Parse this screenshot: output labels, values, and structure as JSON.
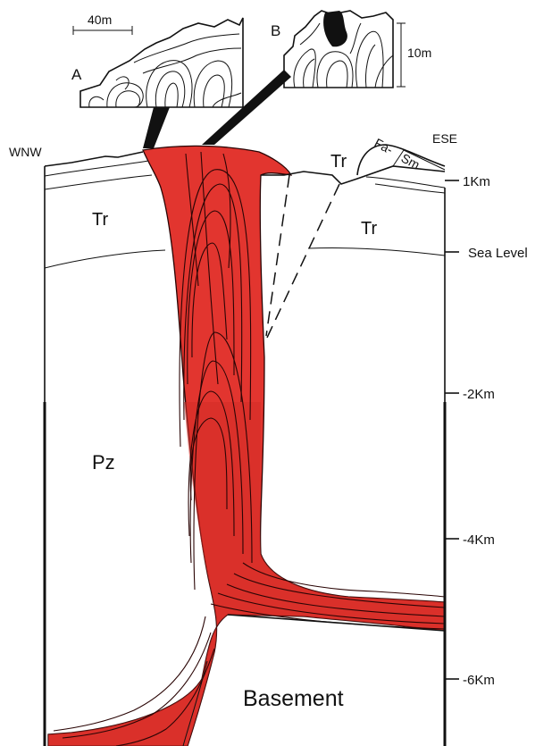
{
  "figure": {
    "direction_left": "WNW",
    "direction_right": "ESE",
    "units": {
      "tr_left": "Tr",
      "tr_mid": "Tr",
      "tr_right": "Tr",
      "pz": "Pz",
      "basement": "Basement",
      "fa_sm_fa": "Fa-",
      "fa_sm_sm": "Sm"
    },
    "depth_scale": [
      "1Km",
      "Sea Level",
      "-2Km",
      "-4Km",
      "-6Km"
    ],
    "inset_a": {
      "label": "A",
      "scale": "40m"
    },
    "inset_b": {
      "label": "B",
      "scale": "10m"
    },
    "colors": {
      "salt": "#e2352f",
      "salt_dark": "#d42b26",
      "line": "#111111"
    }
  }
}
